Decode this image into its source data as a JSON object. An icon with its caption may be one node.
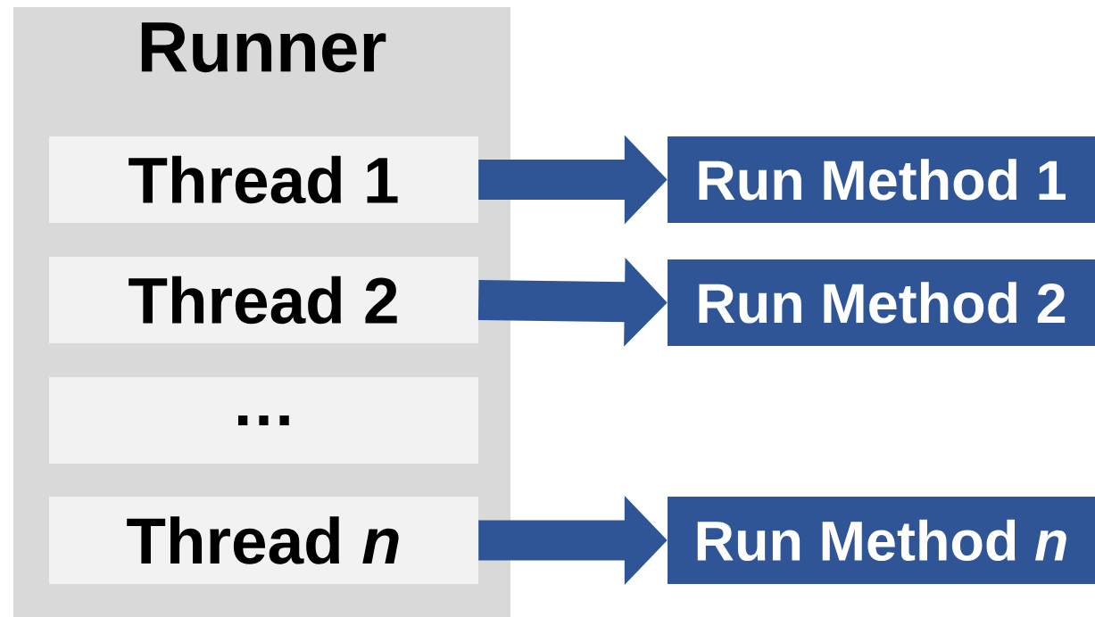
{
  "diagram": {
    "nodes": [
      {
        "text": [
          "Runner"
        ]
      },
      {
        "text": [
          "Thread 1"
        ],
        "in": 0
      },
      {
        "text": [
          "Thread 2"
        ],
        "in": 0
      },
      {
        "text": [
          "…"
        ],
        "in": 0
      },
      {
        "text": [
          "Thread *n*"
        ],
        "in": 0
      },
      {
        "text": [
          "Run Method 1"
        ]
      },
      {
        "text": [
          "Run Method 2"
        ]
      },
      {
        "text": [
          "Run Method *n*"
        ]
      }
    ],
    "edges": [
      {
        "from": 1,
        "to": 5,
        "arrow": "to"
      },
      {
        "from": 2,
        "to": 6,
        "arrow": "to"
      },
      {
        "from": 4,
        "to": 7,
        "arrow": "to"
      }
    ]
  }
}
